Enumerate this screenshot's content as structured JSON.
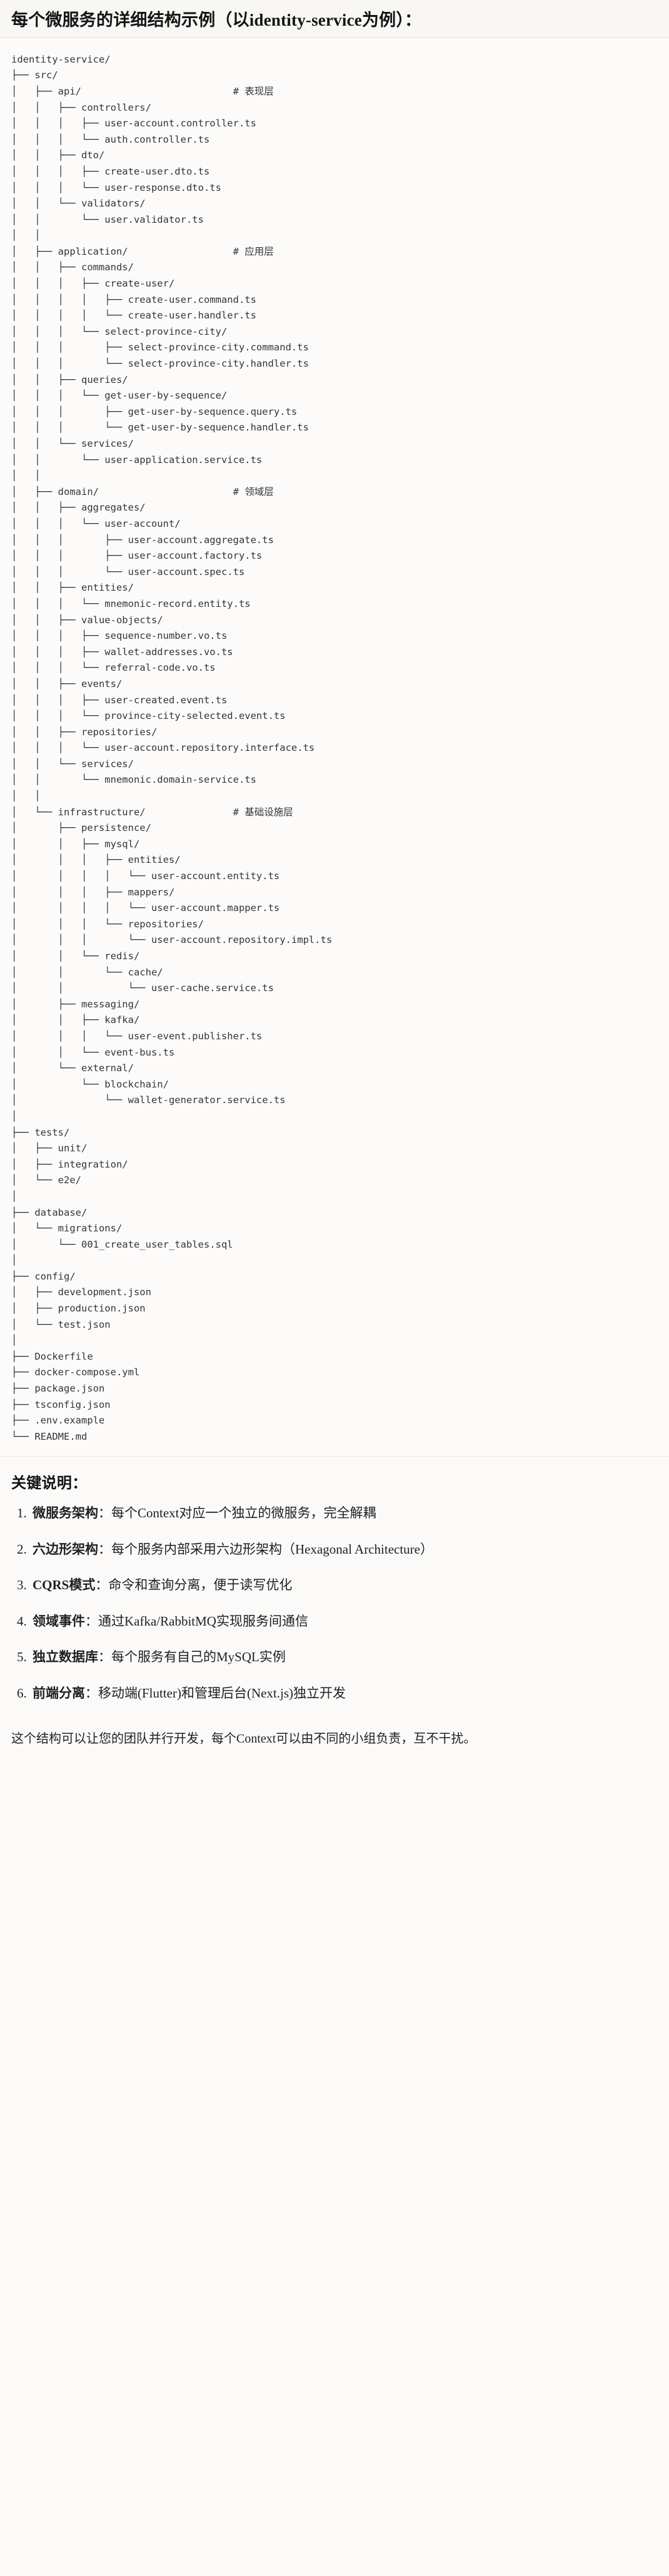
{
  "header": {
    "title": "每个微服务的详细结构示例（以identity-service为例）："
  },
  "tree": {
    "name": "identity-service-structure-tree",
    "text": "identity-service/\n├── src/\n│   ├── api/                          # 表现层\n│   │   ├── controllers/\n│   │   │   ├── user-account.controller.ts\n│   │   │   └── auth.controller.ts\n│   │   ├── dto/\n│   │   │   ├── create-user.dto.ts\n│   │   │   └── user-response.dto.ts\n│   │   └── validators/\n│   │       └── user.validator.ts\n│   │\n│   ├── application/                  # 应用层\n│   │   ├── commands/\n│   │   │   ├── create-user/\n│   │   │   │   ├── create-user.command.ts\n│   │   │   │   └── create-user.handler.ts\n│   │   │   └── select-province-city/\n│   │   │       ├── select-province-city.command.ts\n│   │   │       └── select-province-city.handler.ts\n│   │   ├── queries/\n│   │   │   └── get-user-by-sequence/\n│   │   │       ├── get-user-by-sequence.query.ts\n│   │   │       └── get-user-by-sequence.handler.ts\n│   │   └── services/\n│   │       └── user-application.service.ts\n│   │\n│   ├── domain/                       # 领域层\n│   │   ├── aggregates/\n│   │   │   └── user-account/\n│   │   │       ├── user-account.aggregate.ts\n│   │   │       ├── user-account.factory.ts\n│   │   │       └── user-account.spec.ts\n│   │   ├── entities/\n│   │   │   └── mnemonic-record.entity.ts\n│   │   ├── value-objects/\n│   │   │   ├── sequence-number.vo.ts\n│   │   │   ├── wallet-addresses.vo.ts\n│   │   │   └── referral-code.vo.ts\n│   │   ├── events/\n│   │   │   ├── user-created.event.ts\n│   │   │   └── province-city-selected.event.ts\n│   │   ├── repositories/\n│   │   │   └── user-account.repository.interface.ts\n│   │   └── services/\n│   │       └── mnemonic.domain-service.ts\n│   │\n│   └── infrastructure/               # 基础设施层\n│       ├── persistence/\n│       │   ├── mysql/\n│       │   │   ├── entities/\n│       │   │   │   └── user-account.entity.ts\n│       │   │   ├── mappers/\n│       │   │   │   └── user-account.mapper.ts\n│       │   │   └── repositories/\n│       │   │       └── user-account.repository.impl.ts\n│       │   └── redis/\n│       │       └── cache/\n│       │           └── user-cache.service.ts\n│       ├── messaging/\n│       │   ├── kafka/\n│       │   │   └── user-event.publisher.ts\n│       │   └── event-bus.ts\n│       └── external/\n│           └── blockchain/\n│               └── wallet-generator.service.ts\n│\n├── tests/\n│   ├── unit/\n│   ├── integration/\n│   └── e2e/\n│\n├── database/\n│   └── migrations/\n│       └── 001_create_user_tables.sql\n│\n├── config/\n│   ├── development.json\n│   ├── production.json\n│   └── test.json\n│\n├── Dockerfile\n├── docker-compose.yml\n├── package.json\n├── tsconfig.json\n├── .env.example\n└── README.md"
  },
  "notes": {
    "title": "关键说明：",
    "items": [
      {
        "label": "微服务架构",
        "sep": "：",
        "text": "每个Context对应一个独立的微服务，完全解耦"
      },
      {
        "label": "六边形架构",
        "sep": "：",
        "text": "每个服务内部采用六边形架构（Hexagonal Architecture）"
      },
      {
        "label": "CQRS模式",
        "sep": "：",
        "text": "命令和查询分离，便于读写优化"
      },
      {
        "label": "领域事件",
        "sep": "：",
        "text": "通过Kafka/RabbitMQ实现服务间通信"
      },
      {
        "label": "独立数据库",
        "sep": "：",
        "text": "每个服务有自己的MySQL实例"
      },
      {
        "label": "前端分离",
        "sep": "：",
        "text": "移动端(Flutter)和管理后台(Next.js)独立开发"
      }
    ],
    "closing": "这个结构可以让您的团队并行开发，每个Context可以由不同的小组负责，互不干扰。"
  }
}
